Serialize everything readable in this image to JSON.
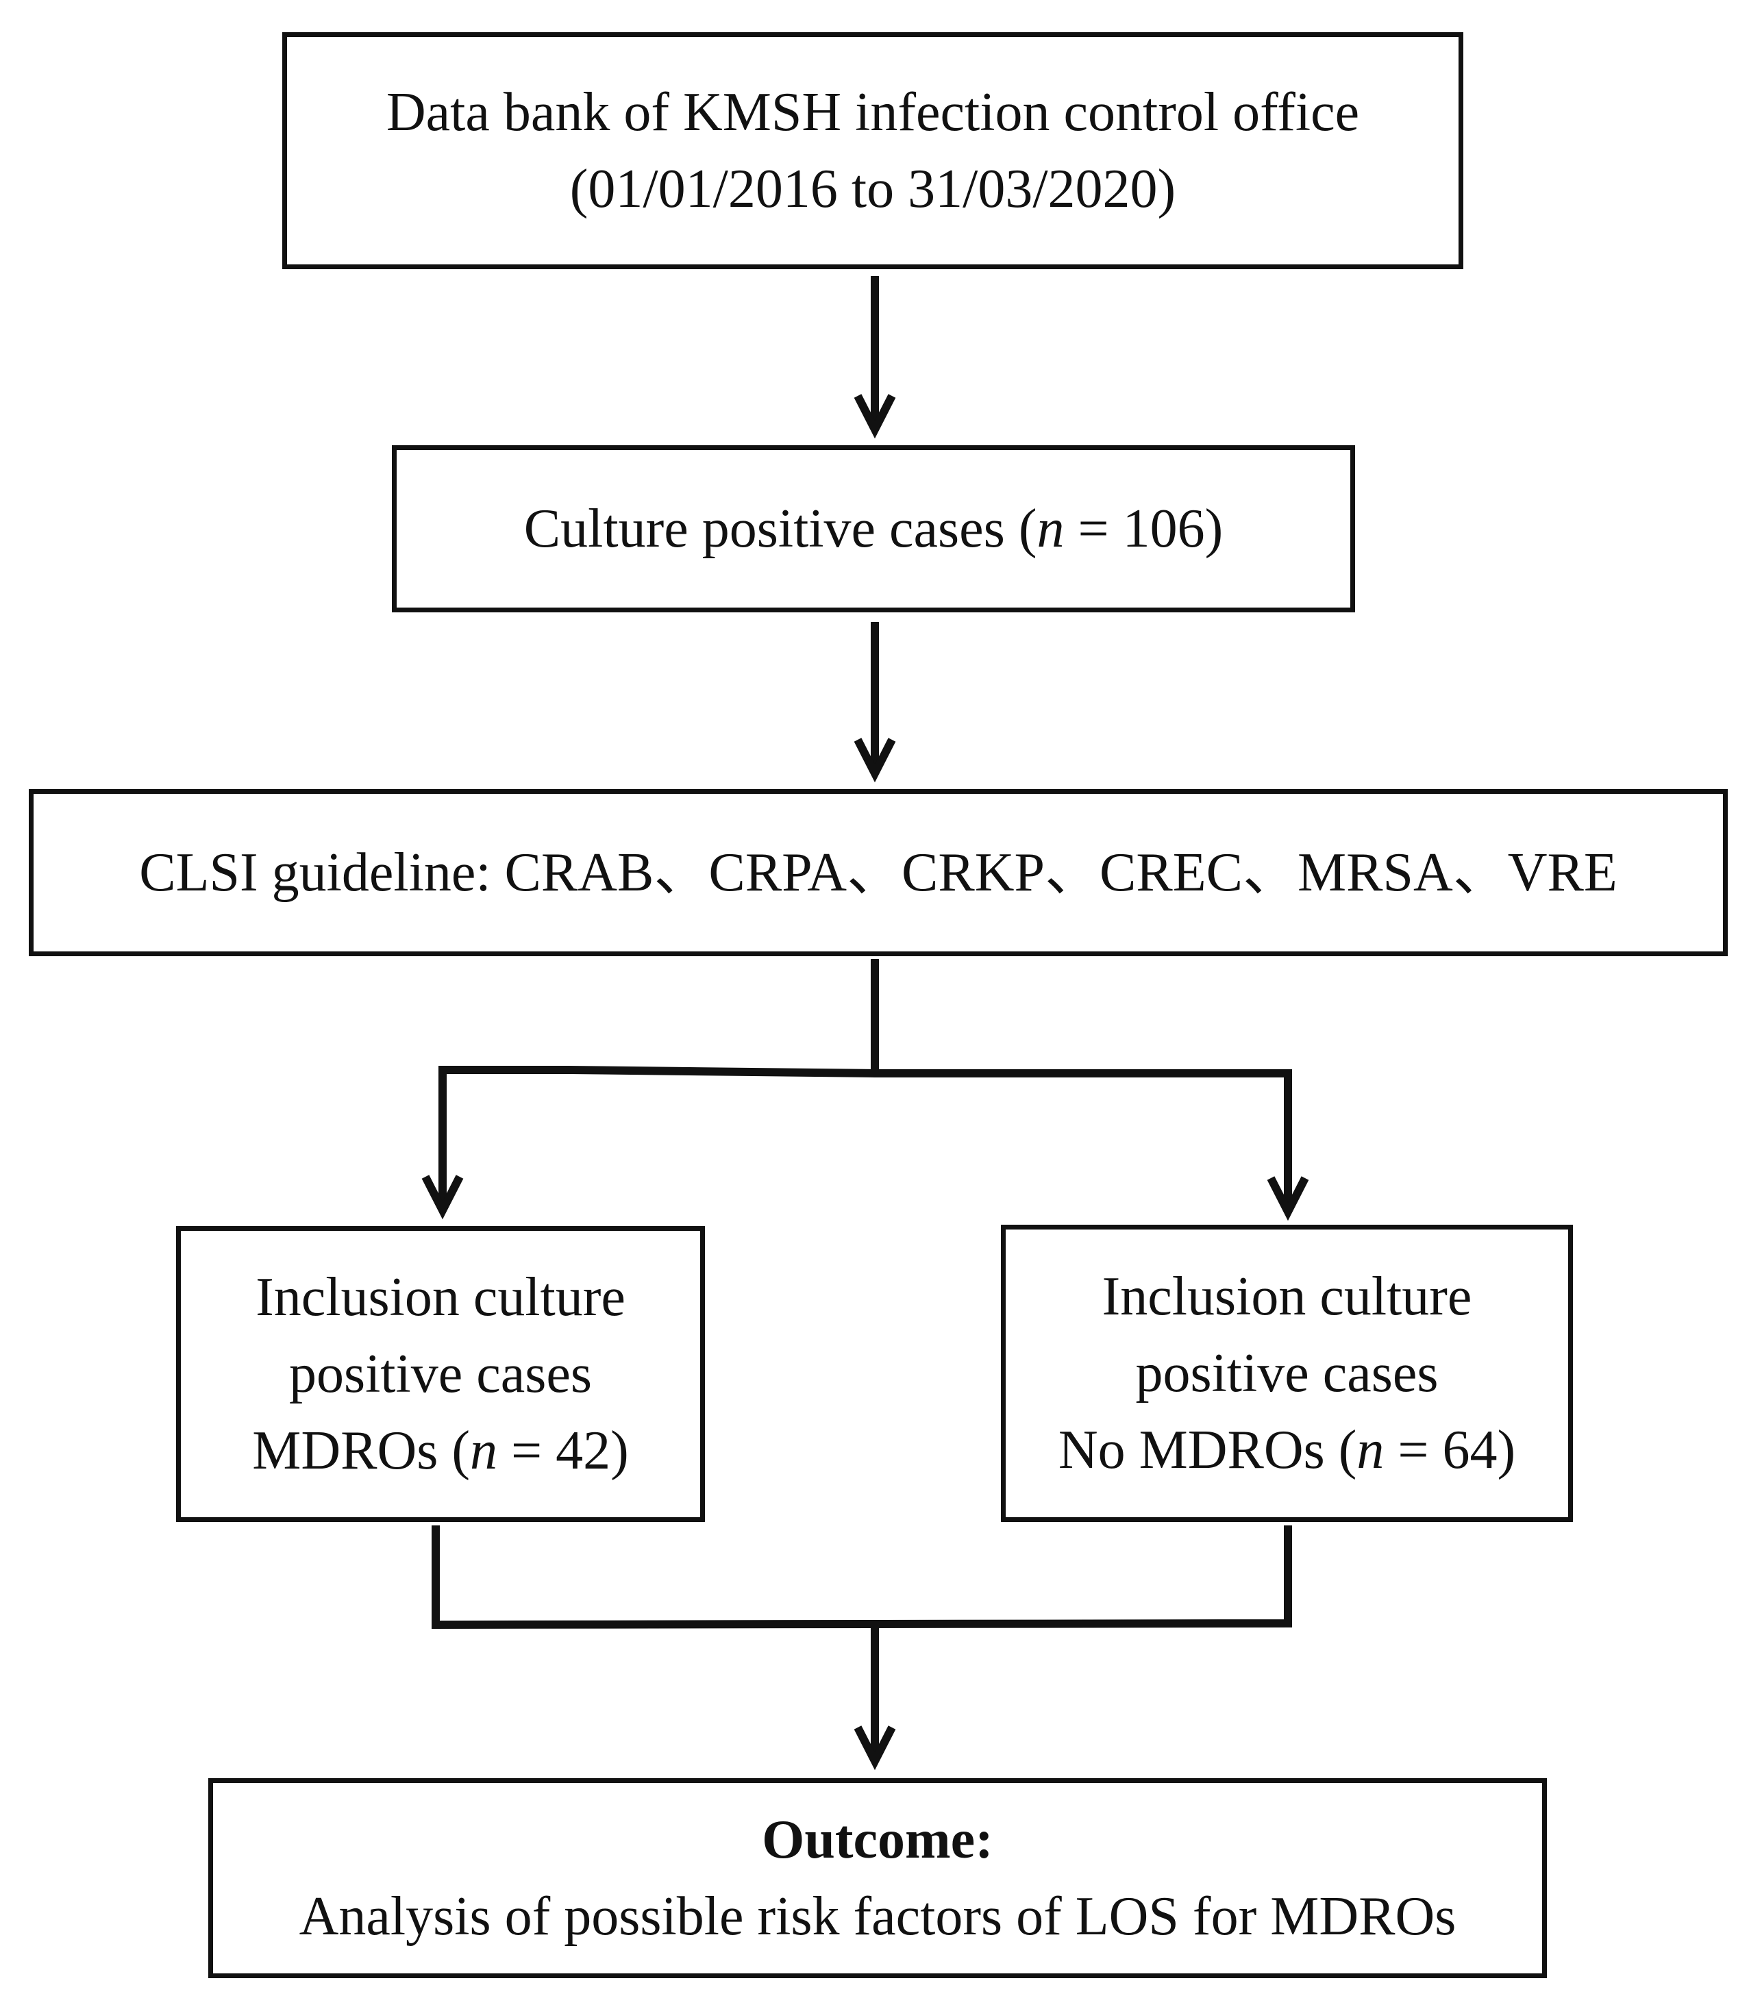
{
  "flowchart": {
    "data_bank": {
      "line1": "Data bank of KMSH infection control office",
      "line2": "(01/01/2016 to 31/03/2020)"
    },
    "culture_positive": {
      "prefix": "Culture positive cases (",
      "n_symbol": "n",
      "suffix": " = 106)"
    },
    "clsi": {
      "text": "CLSI guideline: CRAB、CRPA、CRKP、CREC、MRSA、VRE"
    },
    "mdro": {
      "line1": "Inclusion culture",
      "line2": "positive cases",
      "line3_prefix": "MDROs (",
      "n_symbol": "n",
      "line3_suffix": " = 42)"
    },
    "no_mdro": {
      "line1": "Inclusion culture",
      "line2": "positive cases",
      "line3_prefix": "No MDROs (",
      "n_symbol": "n",
      "line3_suffix": " = 64)"
    },
    "outcome": {
      "title": "Outcome:",
      "text": "Analysis of possible risk factors of LOS for MDROs"
    }
  },
  "colors": {
    "stroke": "#111111",
    "background": "#ffffff"
  }
}
